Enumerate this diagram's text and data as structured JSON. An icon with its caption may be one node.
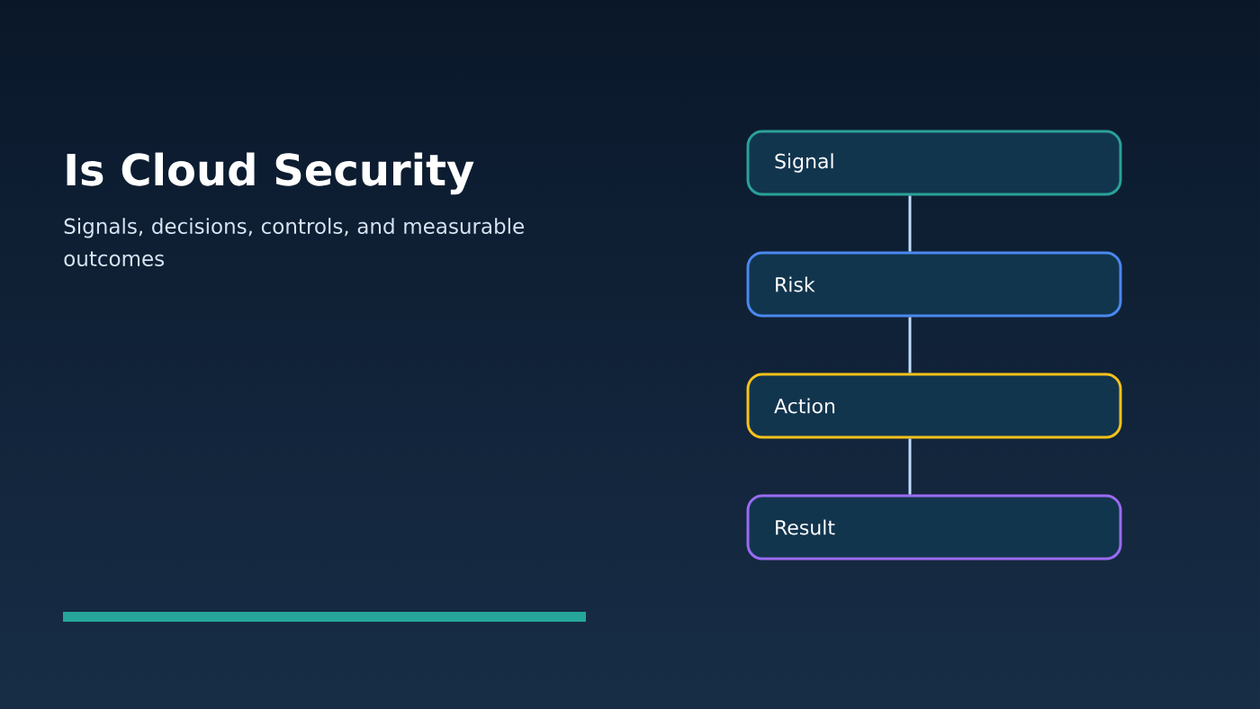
{
  "diagram": {
    "title": "Is Cloud Security",
    "nodes": [
      {
        "text": [
          "Signal"
        ]
      },
      {
        "text": [
          "Risk"
        ]
      },
      {
        "text": [
          "Action"
        ]
      },
      {
        "text": [
          "Result"
        ]
      }
    ],
    "edges": [
      {
        "from": 0,
        "to": 1,
        "arrow": "none"
      },
      {
        "from": 1,
        "to": 2,
        "arrow": "none"
      },
      {
        "from": 2,
        "to": 3,
        "arrow": "none"
      }
    ],
    "labels": [
      "Signals, decisions, controls, and measurable outcomes"
    ]
  }
}
